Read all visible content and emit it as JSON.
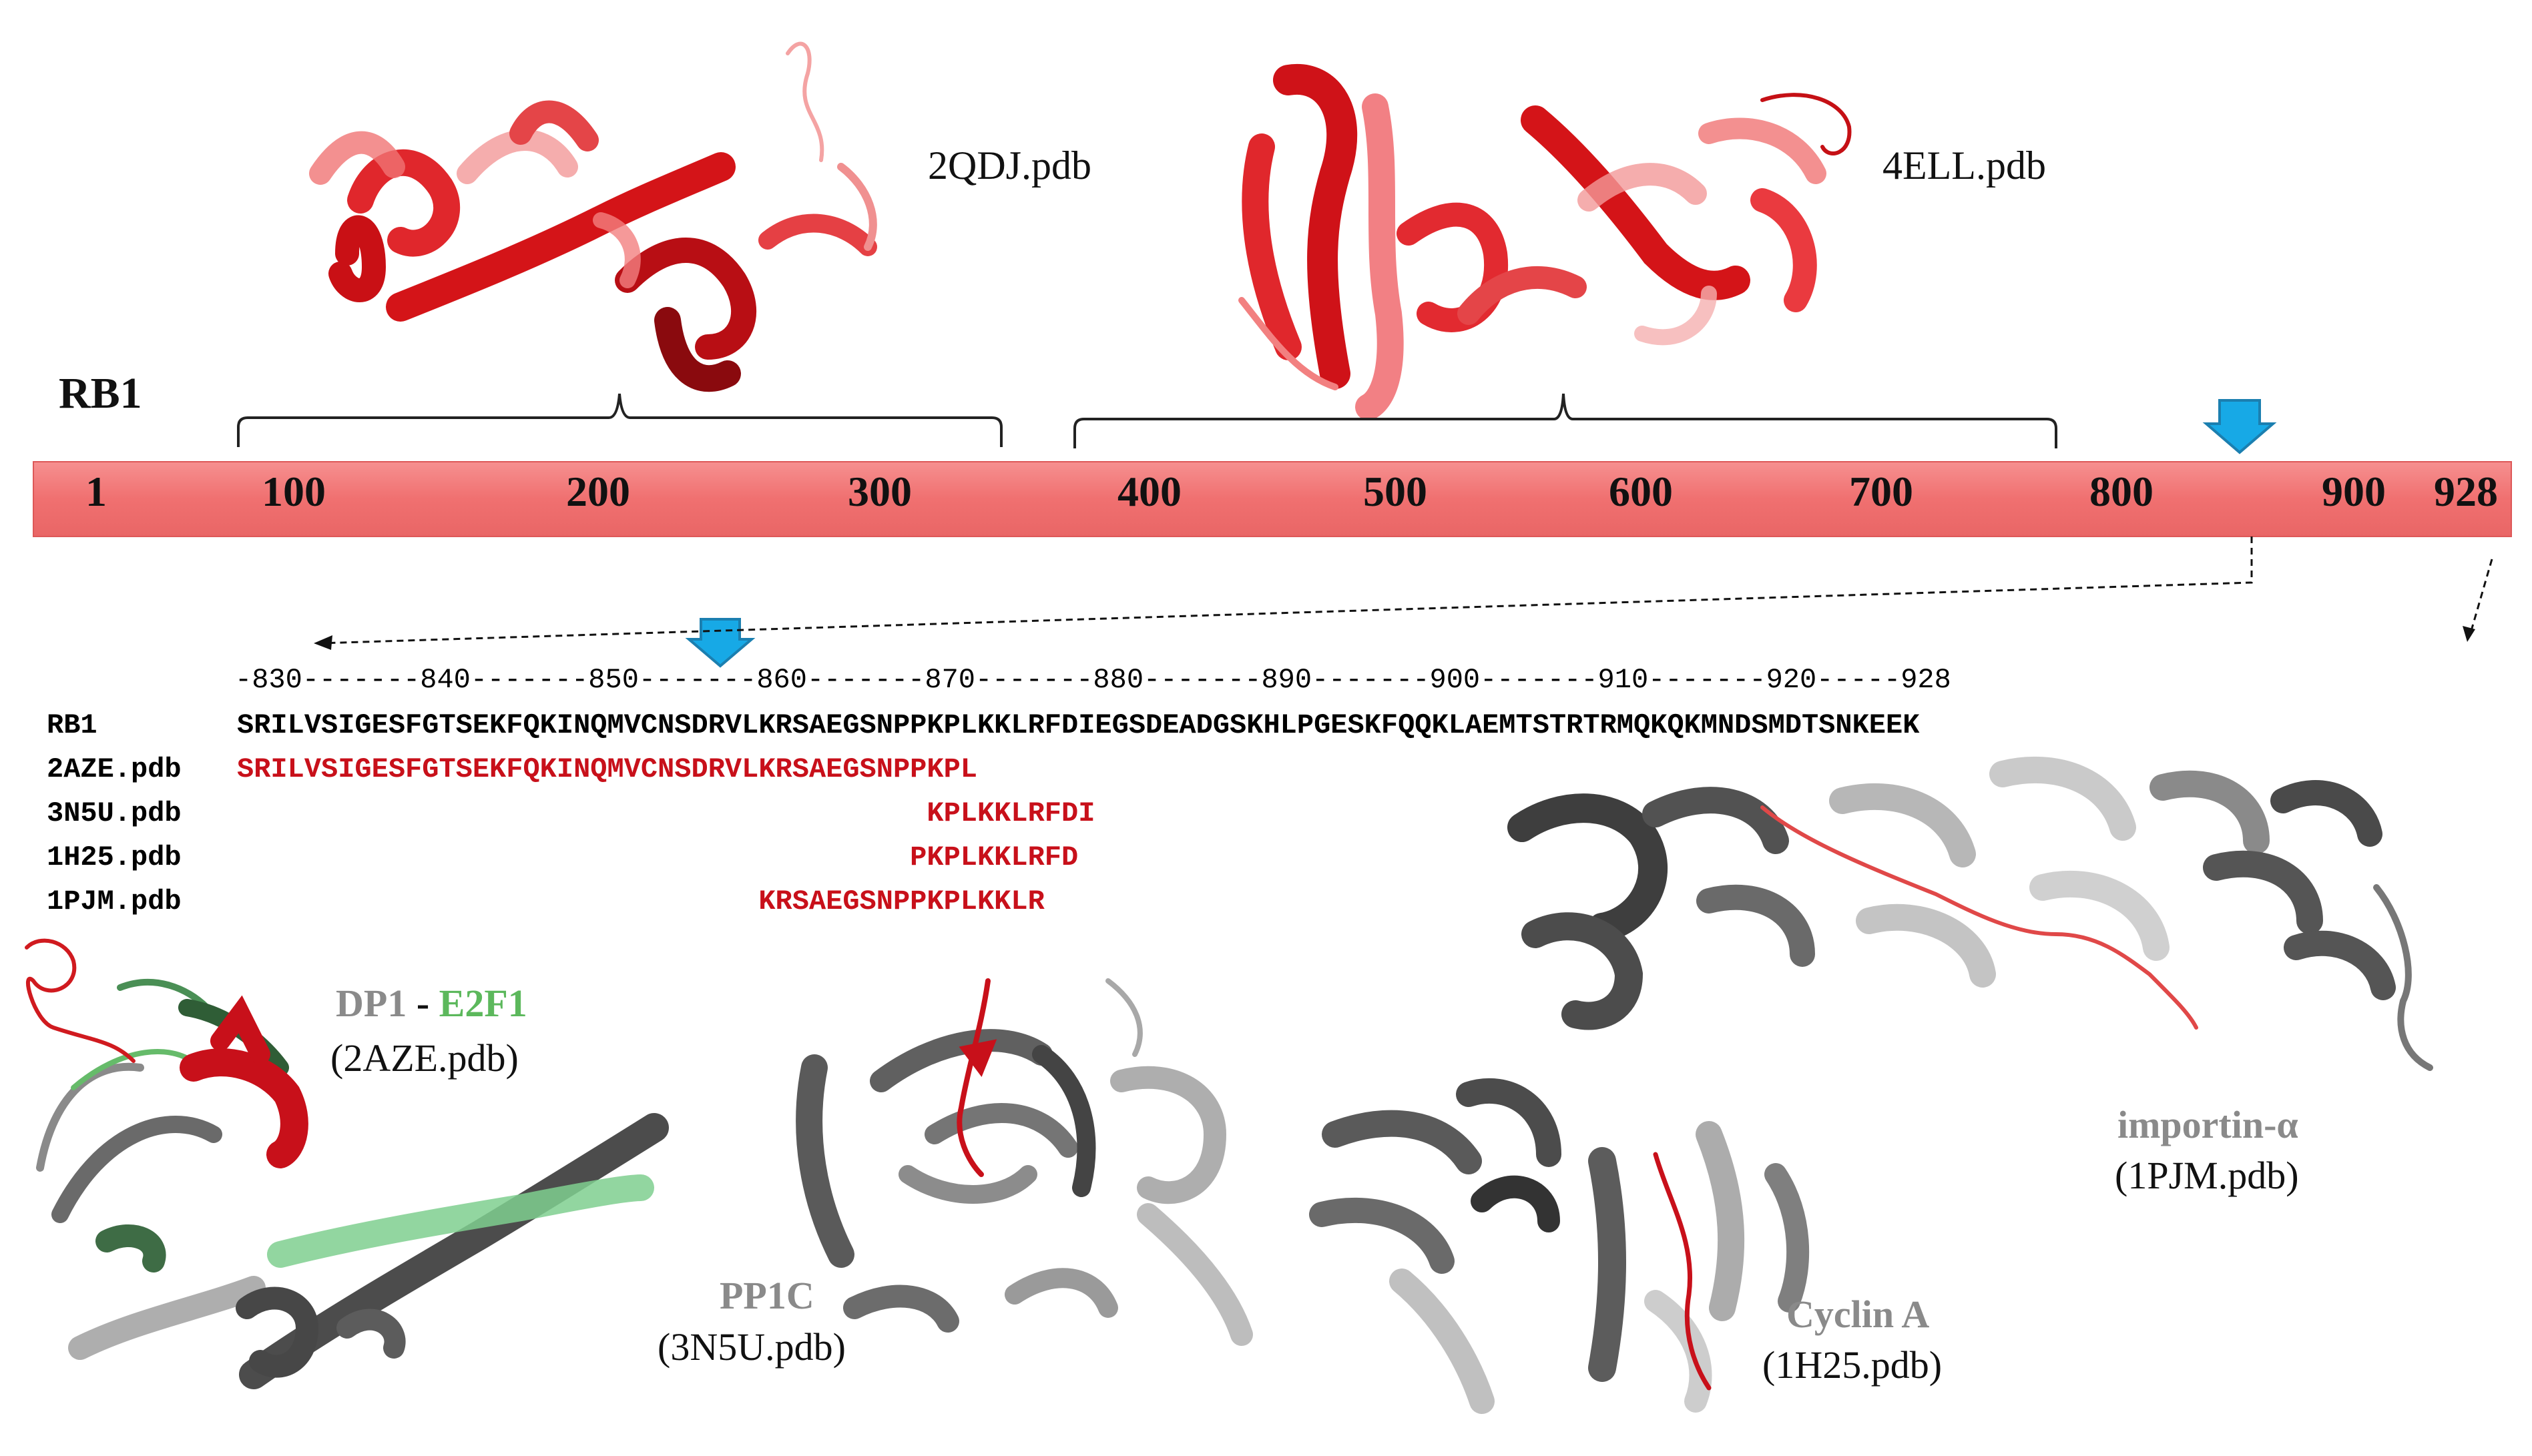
{
  "title": "RB1",
  "top_structures": [
    {
      "label": "2QDJ.pdb"
    },
    {
      "label": "4ELL.pdb"
    }
  ],
  "ruler_ticks": [
    "1",
    "100",
    "200",
    "300",
    "400",
    "500",
    "600",
    "700",
    "800",
    "900",
    "928"
  ],
  "sequence_scale": "-830-------840-------850-------860-------870-------880-------890-------900-------910-------920-----928",
  "sequences": [
    {
      "name": "RB1",
      "seq": "SRILVSIGESFGTSEKFQKINQMVCNSDRVLKRSAEGSNPPKPLKKLRFDIEGSDEADGSKHLPGESKFQQKLAEMTSTRTRMQKQKMNDSMDTSNKEEK",
      "offset": 0
    },
    {
      "name": "2AZE.pdb",
      "seq": "SRILVSIGESFGTSEKFQKINQMVCNSDRVLKRSAEGSNPPKPL",
      "offset": 0
    },
    {
      "name": "3N5U.pdb",
      "seq": "KPLKKLRFDI",
      "offset": 41
    },
    {
      "name": "1H25.pdb",
      "seq": "PKPLKKLRFD",
      "offset": 40
    },
    {
      "name": "1PJM.pdb",
      "seq": "KRSAEGSNPPKPLKKLR",
      "offset": 31
    }
  ],
  "bottom_structures": {
    "dp1": {
      "name": "DP1",
      "sep": " - ",
      "partner": "E2F1",
      "pdb": "(2AZE.pdb)"
    },
    "pp1c": {
      "name": "PP1C",
      "pdb": "(3N5U.pdb)"
    },
    "cyclin": {
      "name": "Cyclin A",
      "pdb": "(1H25.pdb)"
    },
    "importin": {
      "name": "importin-α",
      "pdb": "(1PJM.pdb)"
    }
  },
  "colors": {
    "bar": "#f07070",
    "bar_edge": "#e86060",
    "red_seq": "#c8101a",
    "arrow": "#17a9e6",
    "helix_red": "#e51820",
    "helix_grey": "#5a5a5a",
    "helix_lightgrey": "#a9a9a9",
    "e2f1_green": "#66bb6a"
  }
}
